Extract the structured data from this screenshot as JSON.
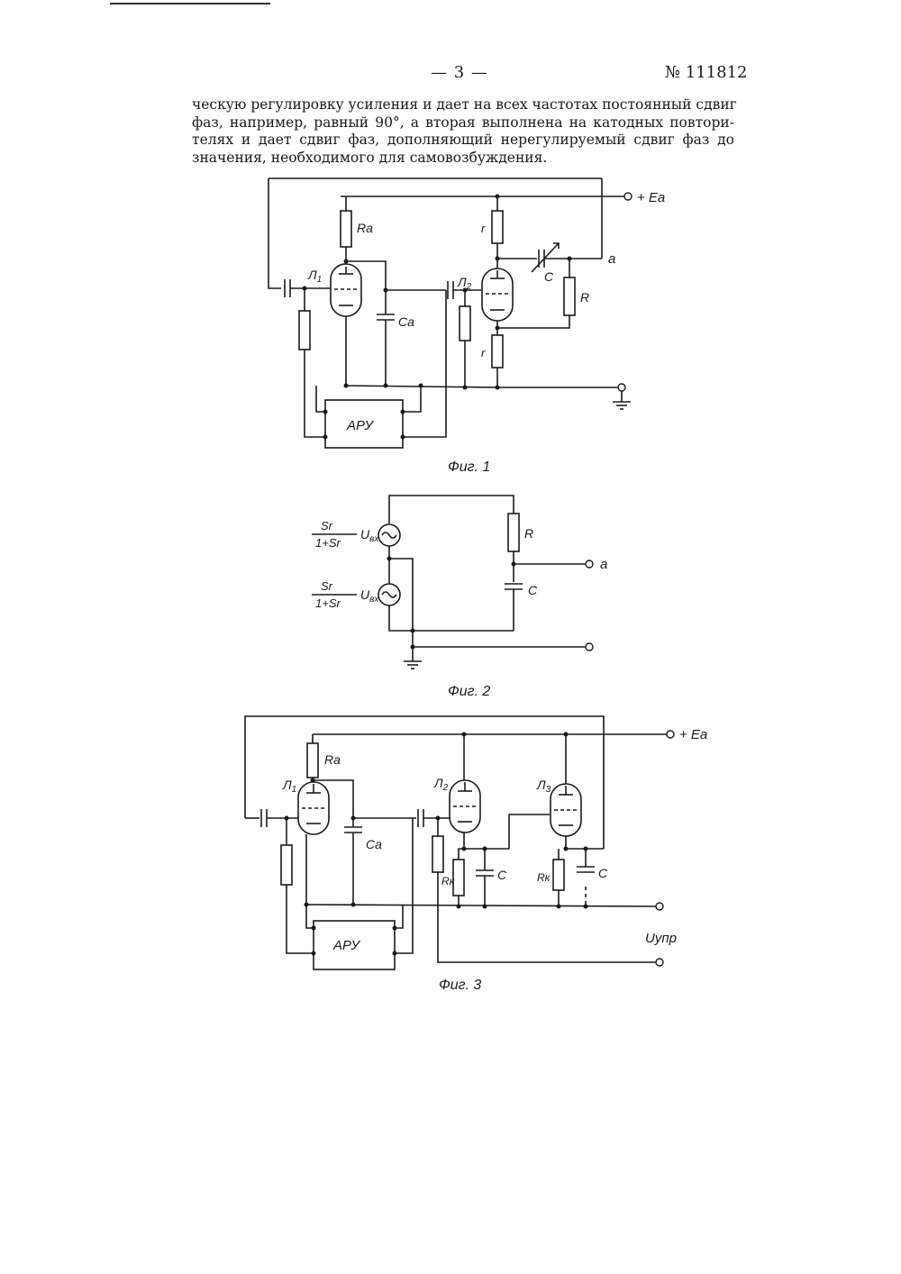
{
  "header": {
    "page_number": "— 3 —",
    "patent_number": "№ 111812"
  },
  "body_lines": [
    "ческую регулировку усиления и дает на всех частотах постоянный сдвиг",
    "фаз, например, равный 90°, а вторая выполнена на катодных повтори-",
    "телях и дает сдвиг фаз, дополняющий нерегулируемый сдвиг фаз до",
    "значения, необходимого для самовозбуждения."
  ],
  "figures": [
    {
      "caption": "Фиг. 1",
      "labels": {
        "supply": "+ Ea",
        "ra": "Ra",
        "ca": "Ca",
        "tube1": "Л",
        "tube1_sub": "1",
        "tube2": "Л",
        "tube2_sub": "2",
        "r_small_top": "r",
        "r_small_bottom": "r",
        "c": "C",
        "r": "R",
        "output": "a",
        "agc": "АРУ"
      }
    },
    {
      "caption": "Фиг. 2",
      "labels": {
        "src1_num": "Sr",
        "src1_den": "1+Sr",
        "src1_u": "U",
        "src1_u_sub": "вх",
        "src2_num": "Sr",
        "src2_den": "1+Sr",
        "src2_u": "U",
        "src2_u_sub": "вх",
        "r": "R",
        "c": "C",
        "output": "a"
      }
    },
    {
      "caption": "Фиг. 3",
      "labels": {
        "supply": "+ Ea",
        "ra": "Ra",
        "ca": "Ca",
        "tube1": "Л",
        "tube1_sub": "1",
        "tube2": "Л",
        "tube2_sub": "2",
        "tube3": "Л",
        "tube3_sub": "3",
        "rk1": "Rк",
        "rk2": "Rк",
        "c1": "C",
        "c2": "C",
        "agc": "АРУ",
        "control": "Uупр"
      }
    }
  ]
}
